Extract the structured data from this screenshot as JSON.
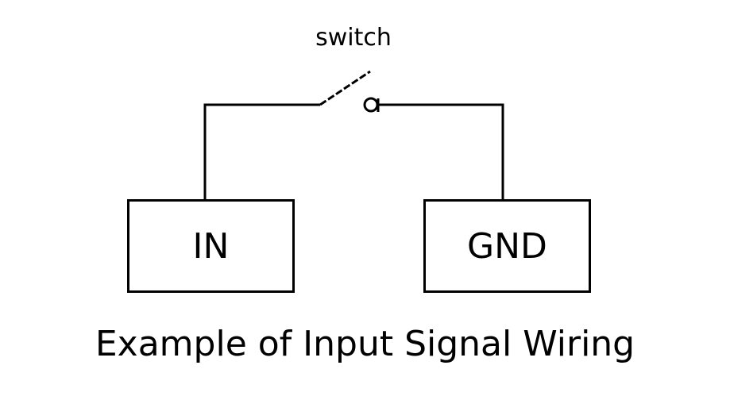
{
  "switch": {
    "label": "switch"
  },
  "terminals": {
    "in_label": "IN",
    "gnd_label": "GND"
  },
  "caption": "Example of Input Signal Wiring",
  "colors": {
    "line": "#000000",
    "background": "#ffffff"
  }
}
